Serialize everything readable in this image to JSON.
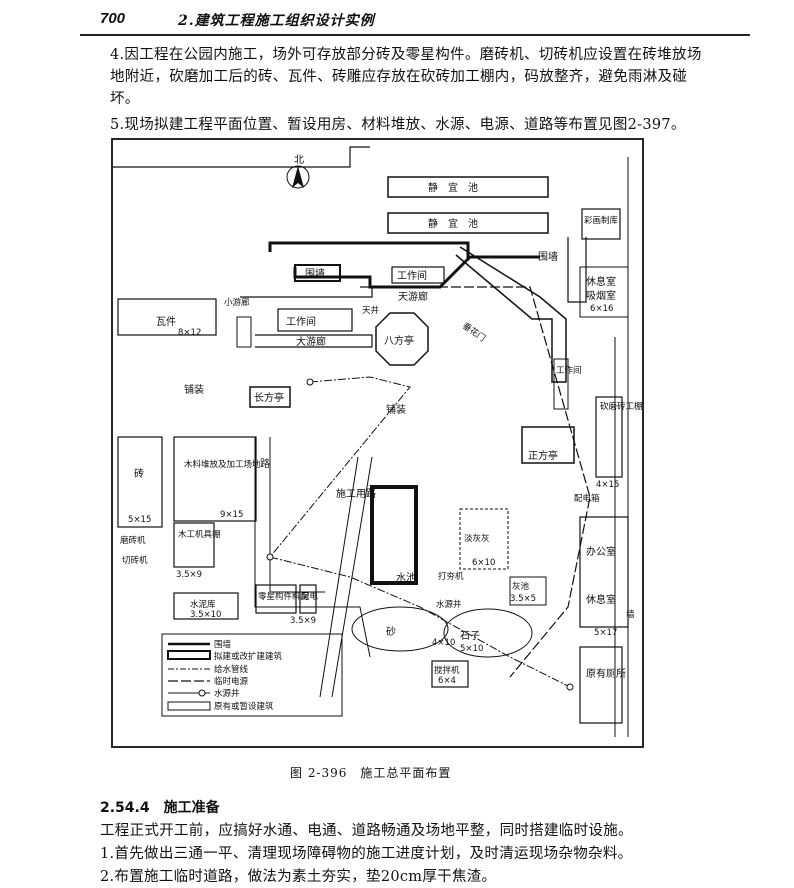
{
  "header": {
    "page_number": "700",
    "running_title": "2.建筑工程施工组织设计实例"
  },
  "paragraphs": {
    "p4": "4.因工程在公园内施工，场外可存放部分砖及零星构件。磨砖机、切砖机应设置在砖堆放场地附近，砍磨加工后的砖、瓦件、砖雕应存放在砍砖加工棚内，码放整齐，避免雨淋及碰坏。",
    "p5": "5.现场拟建工程平面位置、暂设用房、材料堆放、水源、电源、道路等布置见图2-397。"
  },
  "figure": {
    "caption": "图 2-396　施工总平面布置",
    "labels": {
      "north": "北",
      "jingyi1": "静　宜　池",
      "jingyi2": "静　宜　池",
      "hezhi": "彩画制库",
      "weiqiang_top": "围墙",
      "weiqiang_l": "围墙",
      "gongzuojian1": "工作间",
      "youlang1": "天游廊",
      "xiuxishi_r": "休息室",
      "xiyanshi": "吸烟室",
      "dim_6x16": "6×16",
      "wajian": "瓦件",
      "dim_8x12": "8×12",
      "xiaoyouhua": "小游廊",
      "dianjing": "天井",
      "gongzuojian2": "工作间",
      "youlang2": "大游廊",
      "bafangting": "八方亭",
      "chuihuamen": "垂花门",
      "gongzuojian3": "工作间",
      "puzhuang_l": "铺装",
      "changfangting": "长方亭",
      "puzhuang_c": "铺装",
      "kanmo": "砍磨砖工棚",
      "zhengfangting": "正方亭",
      "dim_4x15": "4×15",
      "peidianxiang": "配电箱",
      "zhuan": "砖",
      "dim_5x15": "5×15",
      "mucai": "木料堆放及加工场地",
      "dim_9x15": "9×15",
      "lu": "路",
      "shigong": "施工用路",
      "mogong": "木工机具棚",
      "dim_35x9a": "3.5×9",
      "mozhuanji": "磨砖机",
      "qiezhuanji": "切砖机",
      "shuichi": "水池",
      "dagongji": "打夯机",
      "danfeijia": "淡灰灰",
      "dim_6x10": "6×10",
      "banhuishi": "灰池",
      "dim_35x5": "3.5×5",
      "bangongshi": "办公室",
      "xiuxishi2": "休息室",
      "shuiniku": "水泥库",
      "dim_35x10": "3.5×10",
      "lingxing": "零星构件料房",
      "peidian": "配电",
      "dim_35x9b": "3.5×9",
      "shuiyuanjing": "水源井",
      "sha": "砂",
      "dim_4x10": "4×10",
      "shizi": "石子",
      "dim_5x10": "5×10",
      "dim_5x17": "5×17",
      "jiaobanji": "搅拌机",
      "dim_6x4": "6×4",
      "yuanyou": "原有厕所",
      "qiang_r": "墙"
    },
    "legend": [
      "围墙",
      "拟建或改扩建建筑",
      "给水管线",
      "临时电源",
      "水源井",
      "原有或暂设建筑"
    ]
  },
  "section": {
    "number": "2.54.4",
    "title": "施工准备"
  },
  "body": {
    "intro": "工程正式开工前，应搞好水通、电通、道路畅通及场地平整，同时搭建临时设施。",
    "item1": "1.首先做出三通一平、清理现场障碍物的施工进度计划，及时清运现场杂物杂料。",
    "item2": "2.布置施工临时道路，做法为素土夯实，垫20cm厚干焦渣。"
  }
}
